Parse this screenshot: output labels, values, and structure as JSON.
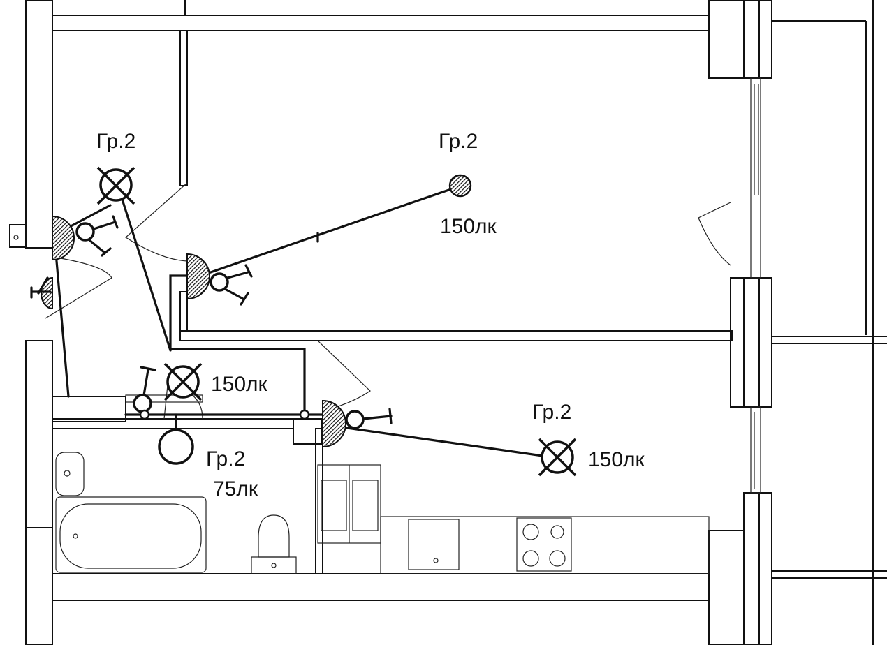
{
  "labels": {
    "group_top_left": "Гр.2",
    "group_top_right": "Гр.2",
    "lux_top_right": "150лк",
    "lux_center": "150лк",
    "group_bath": "Гр.2",
    "lux_bath": "75лк",
    "group_kitchen": "Гр.2",
    "lux_kitchen": "150лк"
  }
}
